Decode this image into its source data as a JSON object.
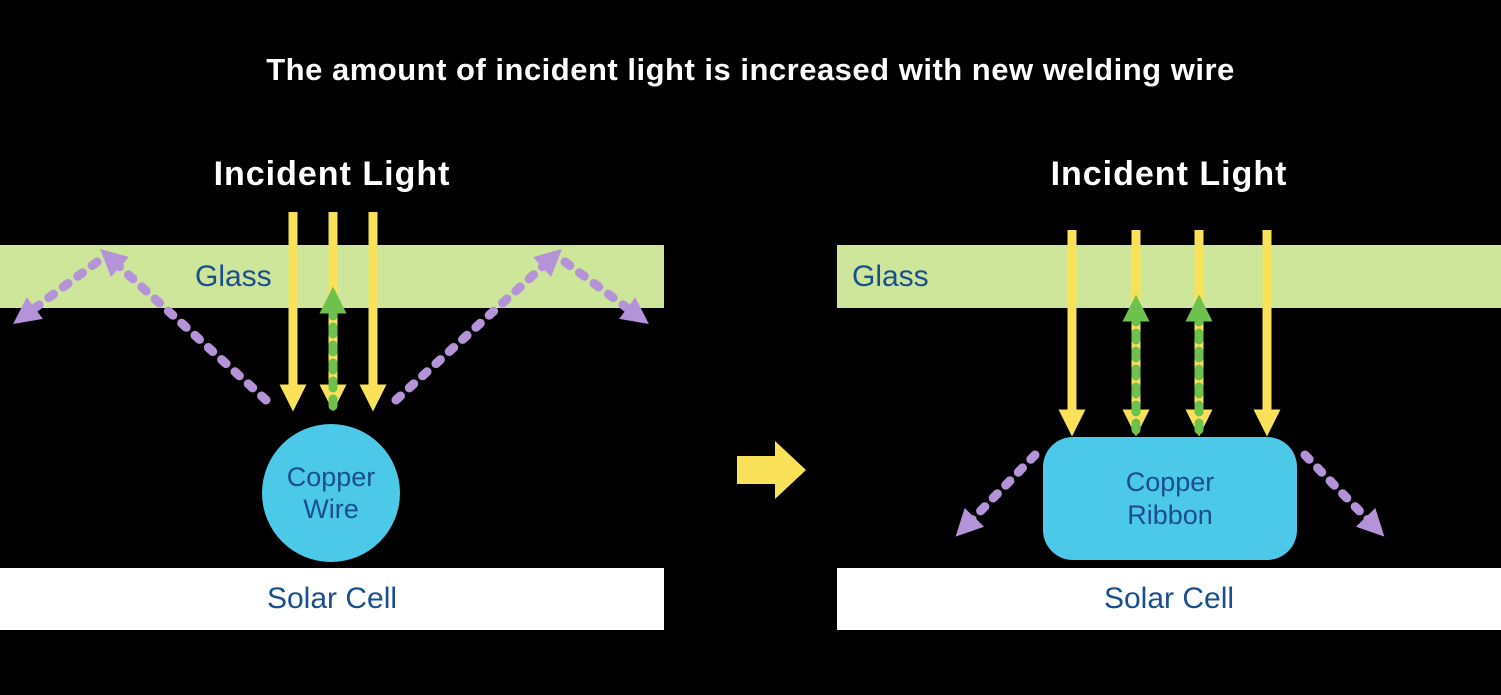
{
  "title": "The amount of incident light is increased with new welding wire",
  "left_panel": {
    "incident_light_label": "Incident Light",
    "glass_label": "Glass",
    "component": {
      "line1": "Copper",
      "line2": "Wire"
    },
    "solar_cell_label": "Solar Cell"
  },
  "right_panel": {
    "incident_light_label": "Incident Light",
    "glass_label": "Glass",
    "component": {
      "line1": "Copper",
      "line2": "Ribbon"
    },
    "solar_cell_label": "Solar Cell"
  },
  "icons": {
    "transition_arrow": "right-arrow",
    "incident_light_arrow": "yellow-down-arrow",
    "reflected_to_cell_arrow": "green-dashed-up-arrow",
    "lost_light_arrow": "purple-dashed-arrow"
  },
  "colors": {
    "background": "#000000",
    "title_text": "#ffffff",
    "glass": "#cde69a",
    "label_text": "#1a4f8f",
    "incident_light_arrow": "#f9e15a",
    "reflected_to_cell_arrow": "#6ec14d",
    "lost_light_arrow": "#b493d9",
    "copper": "#4cc8e9",
    "solar_cell": "#ffffff"
  }
}
